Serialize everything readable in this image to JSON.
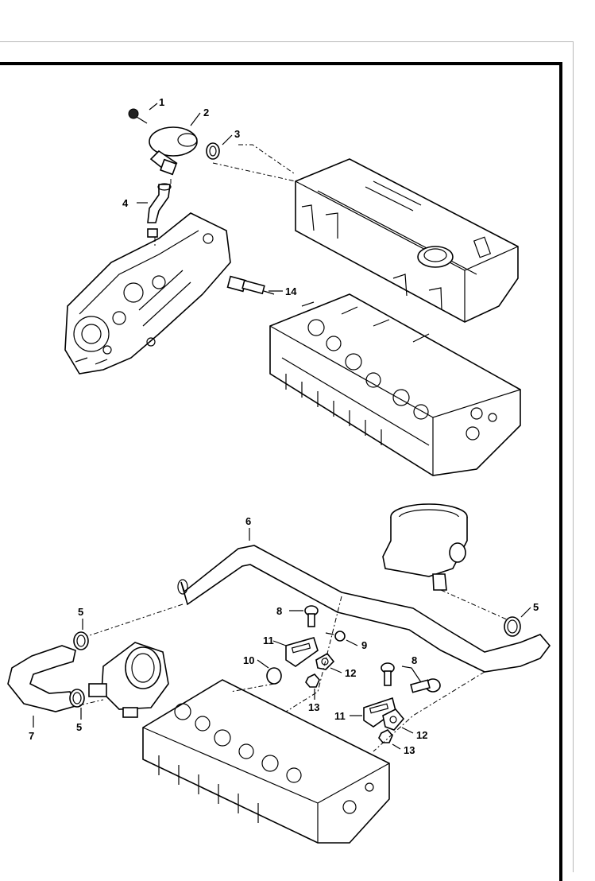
{
  "diagram": {
    "callouts": [
      {
        "id": "c1",
        "label": "1"
      },
      {
        "id": "c2",
        "label": "2"
      },
      {
        "id": "c3",
        "label": "3"
      },
      {
        "id": "c4",
        "label": "4"
      },
      {
        "id": "c14",
        "label": "14"
      },
      {
        "id": "c6",
        "label": "6"
      },
      {
        "id": "c5a",
        "label": "5"
      },
      {
        "id": "c5b",
        "label": "5"
      },
      {
        "id": "c5c",
        "label": "5"
      },
      {
        "id": "c7",
        "label": "7"
      },
      {
        "id": "c8a",
        "label": "8"
      },
      {
        "id": "c8b",
        "label": "8"
      },
      {
        "id": "c9",
        "label": "9"
      },
      {
        "id": "c10",
        "label": "10"
      },
      {
        "id": "c11a",
        "label": "11"
      },
      {
        "id": "c11b",
        "label": "11"
      },
      {
        "id": "c12a",
        "label": "12"
      },
      {
        "id": "c12b",
        "label": "12"
      },
      {
        "id": "c13a",
        "label": "13"
      },
      {
        "id": "c13b",
        "label": "13"
      }
    ]
  }
}
